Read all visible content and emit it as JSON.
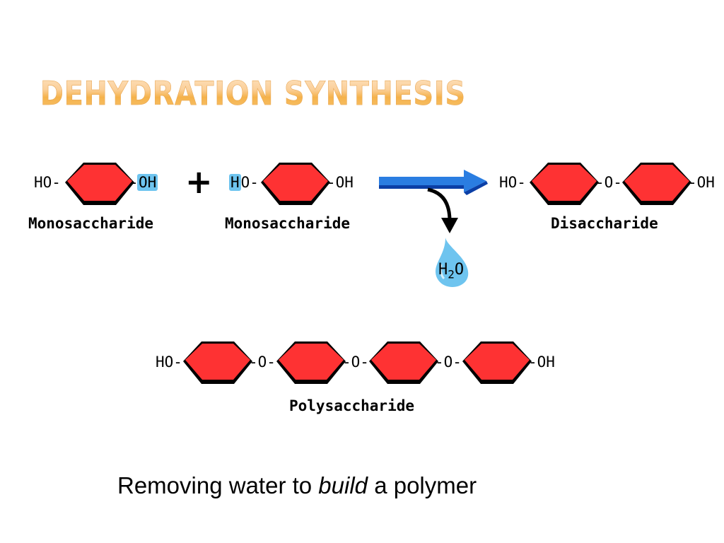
{
  "title": "DEHYDRATION SYNTHESIS",
  "reaction": {
    "reactant1": {
      "left_group": "HO-",
      "right_group": "OH",
      "right_group_prefix": "-",
      "caption": "Monosaccharide"
    },
    "operator": "+",
    "reactant2": {
      "highlight_atom": "H",
      "left_rest": "O-",
      "right_group": "-OH",
      "caption": "Monosaccharide"
    },
    "byproduct": {
      "label_h": "H",
      "label_sub": "2",
      "label_o": "O"
    },
    "product": {
      "left_group": "HO-",
      "link": "-O-",
      "right_group": "-OH",
      "caption": "Disaccharide"
    }
  },
  "polymer": {
    "left_group": "HO-",
    "links": [
      "-O-",
      "-O-",
      "-O-"
    ],
    "right_group": "-OH",
    "caption": "Polysaccharide"
  },
  "subtitle": {
    "part1": "Removing water to ",
    "emphasis": "build",
    "part2": " a polymer"
  },
  "colors": {
    "ring_fill": "#fe3233",
    "ring_outline": "#000000",
    "highlight": "#6ec4ef",
    "arrow": "#2a7de1",
    "water": "#6ec4ef",
    "title_gradient": "#f5b24a"
  }
}
